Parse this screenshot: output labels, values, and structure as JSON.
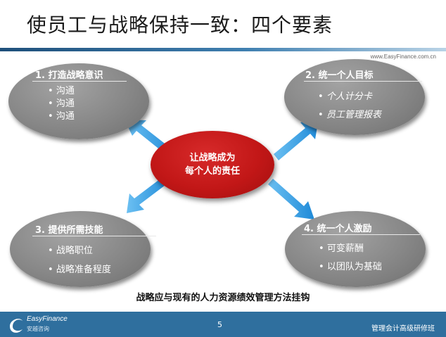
{
  "slide": {
    "title": "使员工与战略保持一致：四个要素",
    "watermark": "www.EasyFinance.com.cn",
    "center": {
      "line1": "让战略成为",
      "line2": "每个人的责任"
    },
    "elements": [
      {
        "title": "1. 打造战略意识",
        "items": [
          "沟通",
          "沟通",
          "沟通"
        ]
      },
      {
        "title": "2. 统一个人目标",
        "items": [
          "个人计分卡",
          "员工管理报表"
        ]
      },
      {
        "title": "3. 提供所需技能",
        "items": [
          "战略职位",
          "战略准备程度"
        ]
      },
      {
        "title": "4. 统一个人激励",
        "items": [
          "可变薪酬",
          "以团队为基础"
        ]
      }
    ],
    "bullet": "•",
    "caption": "战略应与现有的人力资源绩效管理方法挂钩"
  },
  "footer": {
    "logo_text": "EasyFinance",
    "logo_sub": "安越咨询",
    "page_number": "5",
    "course": "管理会计高级研修班"
  },
  "colors": {
    "center": "#c21717",
    "ellipse": "#878787",
    "arrow": "#2f9be0",
    "footer": "#2f6f9e"
  }
}
